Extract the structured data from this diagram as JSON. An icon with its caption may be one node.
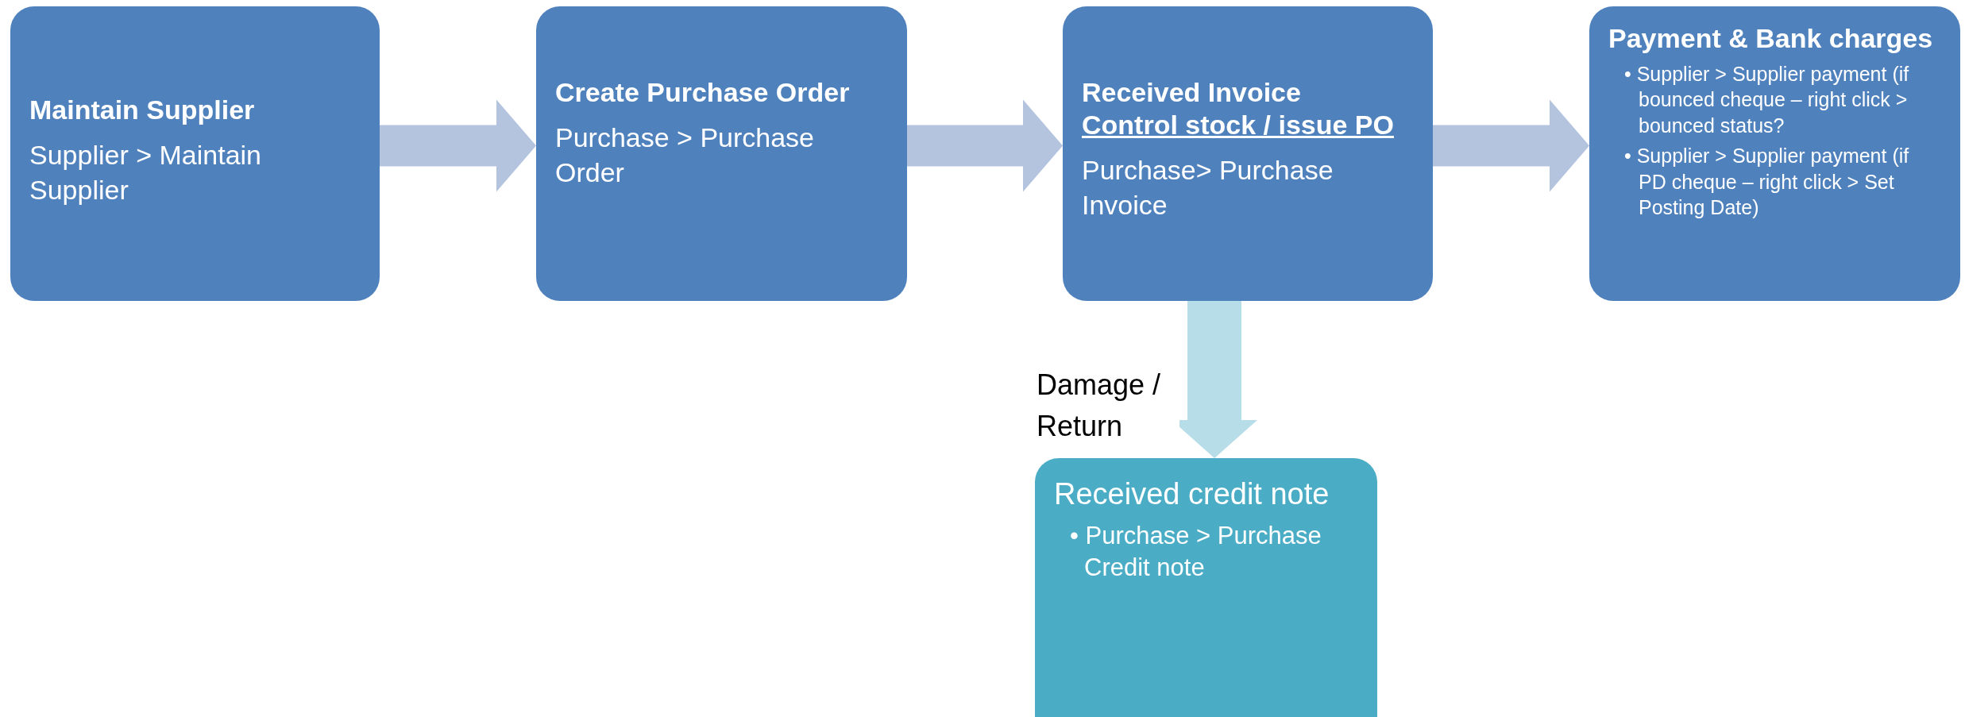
{
  "diagram": {
    "nodes": [
      {
        "text": [
          "Maintain Supplier",
          "Supplier > Maintain Supplier"
        ]
      },
      {
        "text": [
          "Create Purchase Order",
          "Purchase > Purchase Order"
        ]
      },
      {
        "text": [
          "Received Invoice",
          "Control stock / issue PO",
          "Purchase> Purchase Invoice"
        ]
      },
      {
        "text": [
          "Payment & Bank charges",
          "• Supplier > Supplier payment (if bounced cheque – right click > bounced status?",
          "• Supplier > Supplier payment (if PD cheque – right click > Set Posting Date)"
        ]
      },
      {
        "text": [
          "Received credit note",
          "• Purchase > Purchase Credit note"
        ]
      }
    ],
    "edges": [
      {
        "from": 0,
        "to": 1,
        "arrow": "to"
      },
      {
        "from": 1,
        "to": 2,
        "arrow": "to"
      },
      {
        "from": 2,
        "to": 3,
        "arrow": "to"
      },
      {
        "from": 2,
        "to": 4,
        "arrow": "to",
        "label": "Damage / Return",
        "color": "#b7dde8"
      }
    ]
  }
}
